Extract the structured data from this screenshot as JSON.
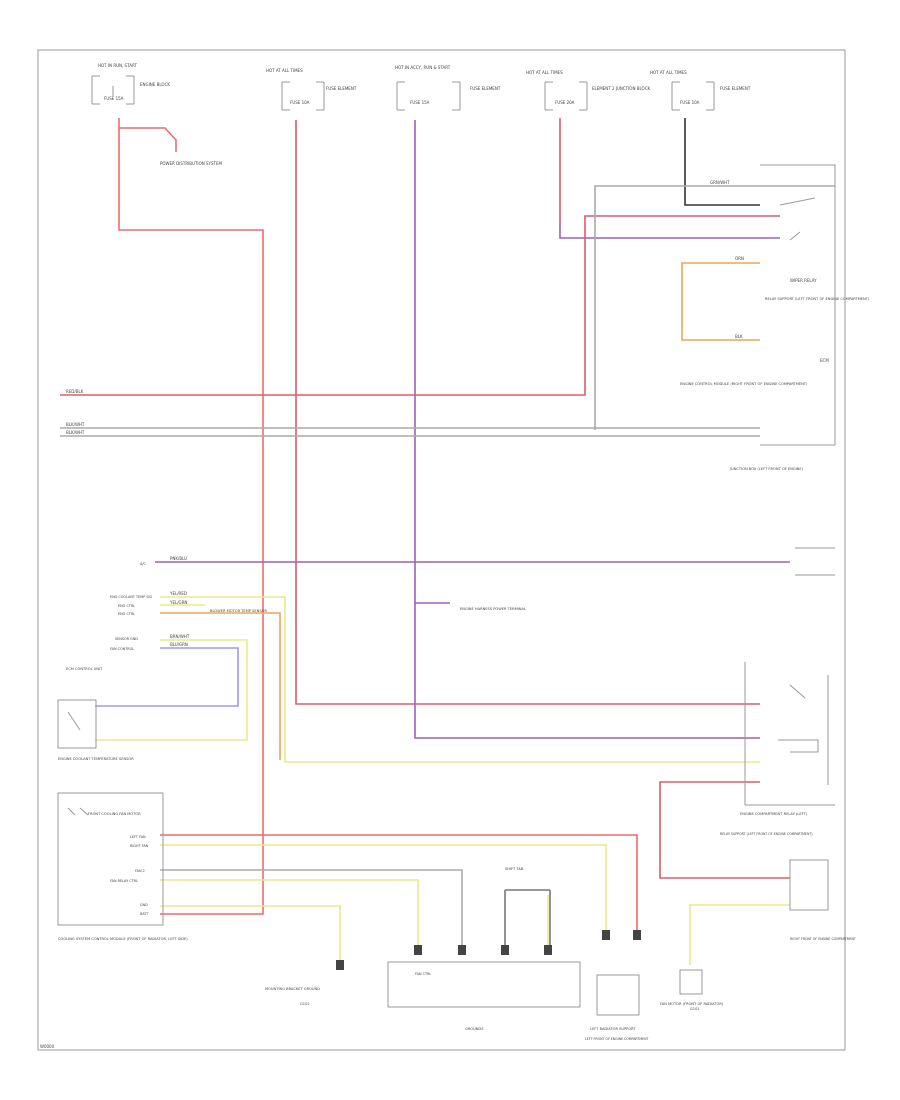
{
  "colors": {
    "red": "#f06a6a",
    "purple": "#a05fb8",
    "orange": "#f3a256",
    "yellow": "#eaea8c",
    "blue": "#9b9bf0",
    "black": "#333333",
    "gray": "#999999"
  },
  "footer": {
    "code": "W0000"
  },
  "fuses": [
    {
      "head": "HOT IN RUN, START",
      "label": "FUSE 15A",
      "caption": "ENGINE BLOCK"
    },
    {
      "head": "HOT AT ALL TIMES",
      "label": "FUSE 10A",
      "caption": "FUSE ELEMENT"
    },
    {
      "head": "HOT IN ACCY, RUN & START",
      "label": "FUSE 15A",
      "caption": "FUSE ELEMENT"
    },
    {
      "head": "HOT AT ALL TIMES",
      "label": "FUSE 20A",
      "caption": "ELEMENT 2 JUNCTION BLOCK"
    },
    {
      "head": "HOT AT ALL TIMES",
      "label": "FUSE 10A",
      "caption": "FUSE ELEMENT"
    }
  ],
  "labels": {
    "power_distribution": "POWER DISTRIBUTION SYSTEM",
    "wiper_relay": "WIPER RELAY",
    "wiper_relay_loc": "RELAY SUPPORT (LEFT FRONT OF ENGINE COMPARTMENT)",
    "ecm_block": "ECM",
    "ecm_loc": "ENGINE CONTROL MODULE (RIGHT FRONT OF ENGINE COMPARTMENT)",
    "junction_box": "JUNCTION BOX (LEFT FRONT OF ENGINE)",
    "blower_motor_sensor": "BLOWER MOTOR TEMP SENSOR",
    "ecm_control_unit": "ECM CONTROL UNIT",
    "sensor_in_car": "ENGINE COOLANT TEMPERATURE SENSOR",
    "front_sensor": "FRONT COOLING FAN MOTOR",
    "cooling_module": "COOLING SYSTEM CONTROL MODULE (FRONT OF RADIATOR, LEFT SIDE)",
    "engine_compartment_relay": "ENGINE COMPARTMENT RELAY (LEFT)",
    "engine_compartment_relay_loc": "RELAY SUPPORT (LEFT FRONT OF ENGINE COMPARTMENT)",
    "engine_harness": "ENGINE HARNESS POWER TERMINAL",
    "shift_tab": "SHIFT TAB",
    "grounds": "GROUNDS",
    "mounting_bracket": "MOUNTING BRACKET GROUND",
    "radiator_fan": "FAN MOTOR (FRONT OF RADIATOR)",
    "left_coil": "LEFT RADIATOR SUPPORT",
    "left_ground": "LEFT FRONT OF ENGINE COMPARTMENT",
    "right_coil": "RIGHT FRONT OF ENGINE COMPARTMENT",
    "g102": "G102",
    "g101": "G101"
  },
  "wire_labels": {
    "w_red": "RED/BLK",
    "w_blkwht": "BLK/WHT",
    "w_blkwht2": "BLK/WHT",
    "w_grnwht": "GRN/WHT",
    "w_pnk": "PNK/BLU",
    "w_ylw": "YEL/RED",
    "w_yel": "YEL/GRN",
    "w_blugrn": "BLU/GRN",
    "w_brn": "BRN/WHT",
    "w_orn": "ORN",
    "w_blk": "BLK"
  },
  "connector_labels": {
    "temp_signal": "ENG COOLANT TEMP SIG",
    "eng_ctrl": "ENG CTRL",
    "eng_ctrl2": "ENG CTRL",
    "sensor_gnd": "SENSOR GND",
    "a_c": "A/C",
    "fan_control": "FAN CONTROL",
    "fan_relay_ctrl": "FAN RELAY CTRL",
    "left_fan": "LEFT FAN",
    "right_fan": "RIGHT FAN",
    "fan2": "FAN 2",
    "fan_ctrl": "FAN CTRL",
    "gnd": "GND",
    "batt": "BATT"
  }
}
